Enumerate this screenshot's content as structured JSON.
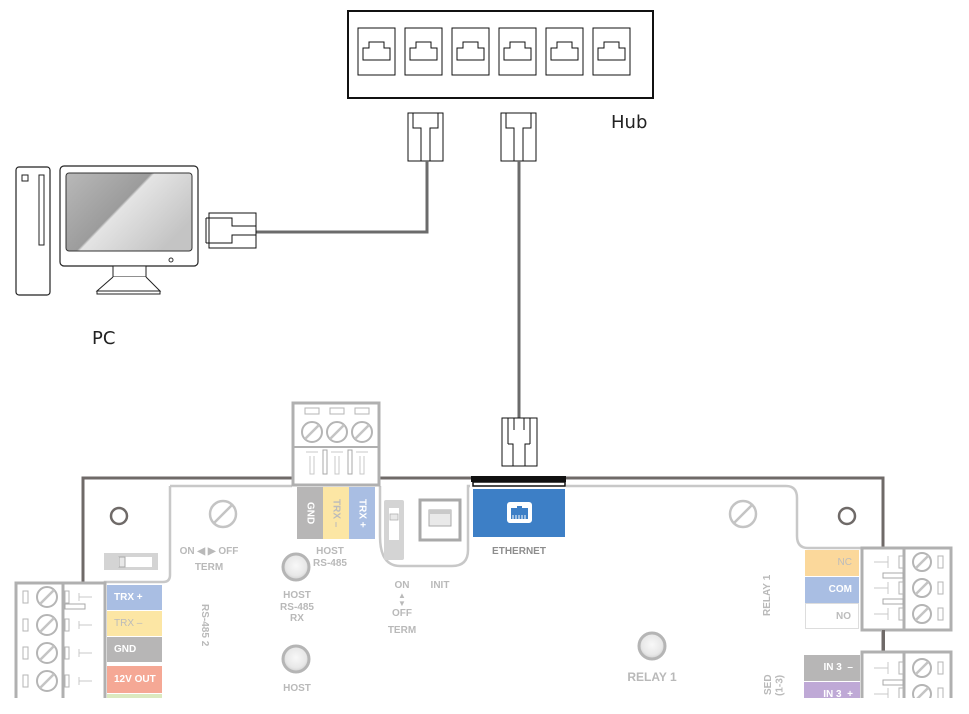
{
  "diagram": {
    "devices": {
      "hub": {
        "label": "Hub",
        "port_count": 6
      },
      "pc": {
        "label": "PC"
      }
    },
    "connections": [
      {
        "from": "pc",
        "to": "hub-port-2",
        "medium": "ethernet-cable"
      },
      {
        "from": "hub-port-4",
        "to": "controller-ethernet",
        "medium": "ethernet-cable"
      }
    ],
    "controller": {
      "ethernet_label": "ETHERNET",
      "ethernet_icon": "ethernet-port-icon",
      "host_rs485_terminal": [
        {
          "label": "GND",
          "color": "#b7b6b6"
        },
        {
          "label": "TRX –",
          "color": "#fce6a4"
        },
        {
          "label": "TRX +",
          "color": "#a9bee3"
        }
      ],
      "host_rs485_title": [
        "HOST",
        "RS-485"
      ],
      "term_switch_label": [
        "ON",
        "OFF",
        "TERM"
      ],
      "term_switch_h_label": "ON ◀ ▶ OFF",
      "term_h_caption": "TERM",
      "init_label": "INIT",
      "led_host_rx": [
        "HOST",
        "RS-485",
        "RX"
      ],
      "led_host_tx_partial": "HOST",
      "led_relay1": "RELAY 1",
      "rs485_2_label": [
        "RS-485",
        "2"
      ],
      "rs485_2_terminal": [
        {
          "label": "TRX +",
          "color": "#a9bee3"
        },
        {
          "label": "TRX –",
          "color": "#fce6a4"
        },
        {
          "label": "GND",
          "color": "#b7b6b6"
        },
        {
          "label": "12V OUT",
          "color": "#f5a895"
        }
      ],
      "relay1_label": [
        "RELAY",
        "1"
      ],
      "relay1_terminal": [
        {
          "label": "NC",
          "color": "#fbd89b"
        },
        {
          "label": "COM",
          "color": "#a9bee3"
        },
        {
          "label": "NO",
          "color": "#ffffff"
        }
      ],
      "input_terminal": [
        {
          "label": "IN 3  –",
          "color": "#b7b6b6"
        },
        {
          "label": "IN 3  +",
          "color": "#bfa9d6"
        }
      ],
      "input_side_label_partial": [
        "SED",
        "(1-3)"
      ]
    },
    "colors": {
      "board_outline": "#6f6a68",
      "silkscreen": "#b9b9b9",
      "cable": "#6b6b6b",
      "ethernet_blue": "#3d7fc6"
    }
  }
}
